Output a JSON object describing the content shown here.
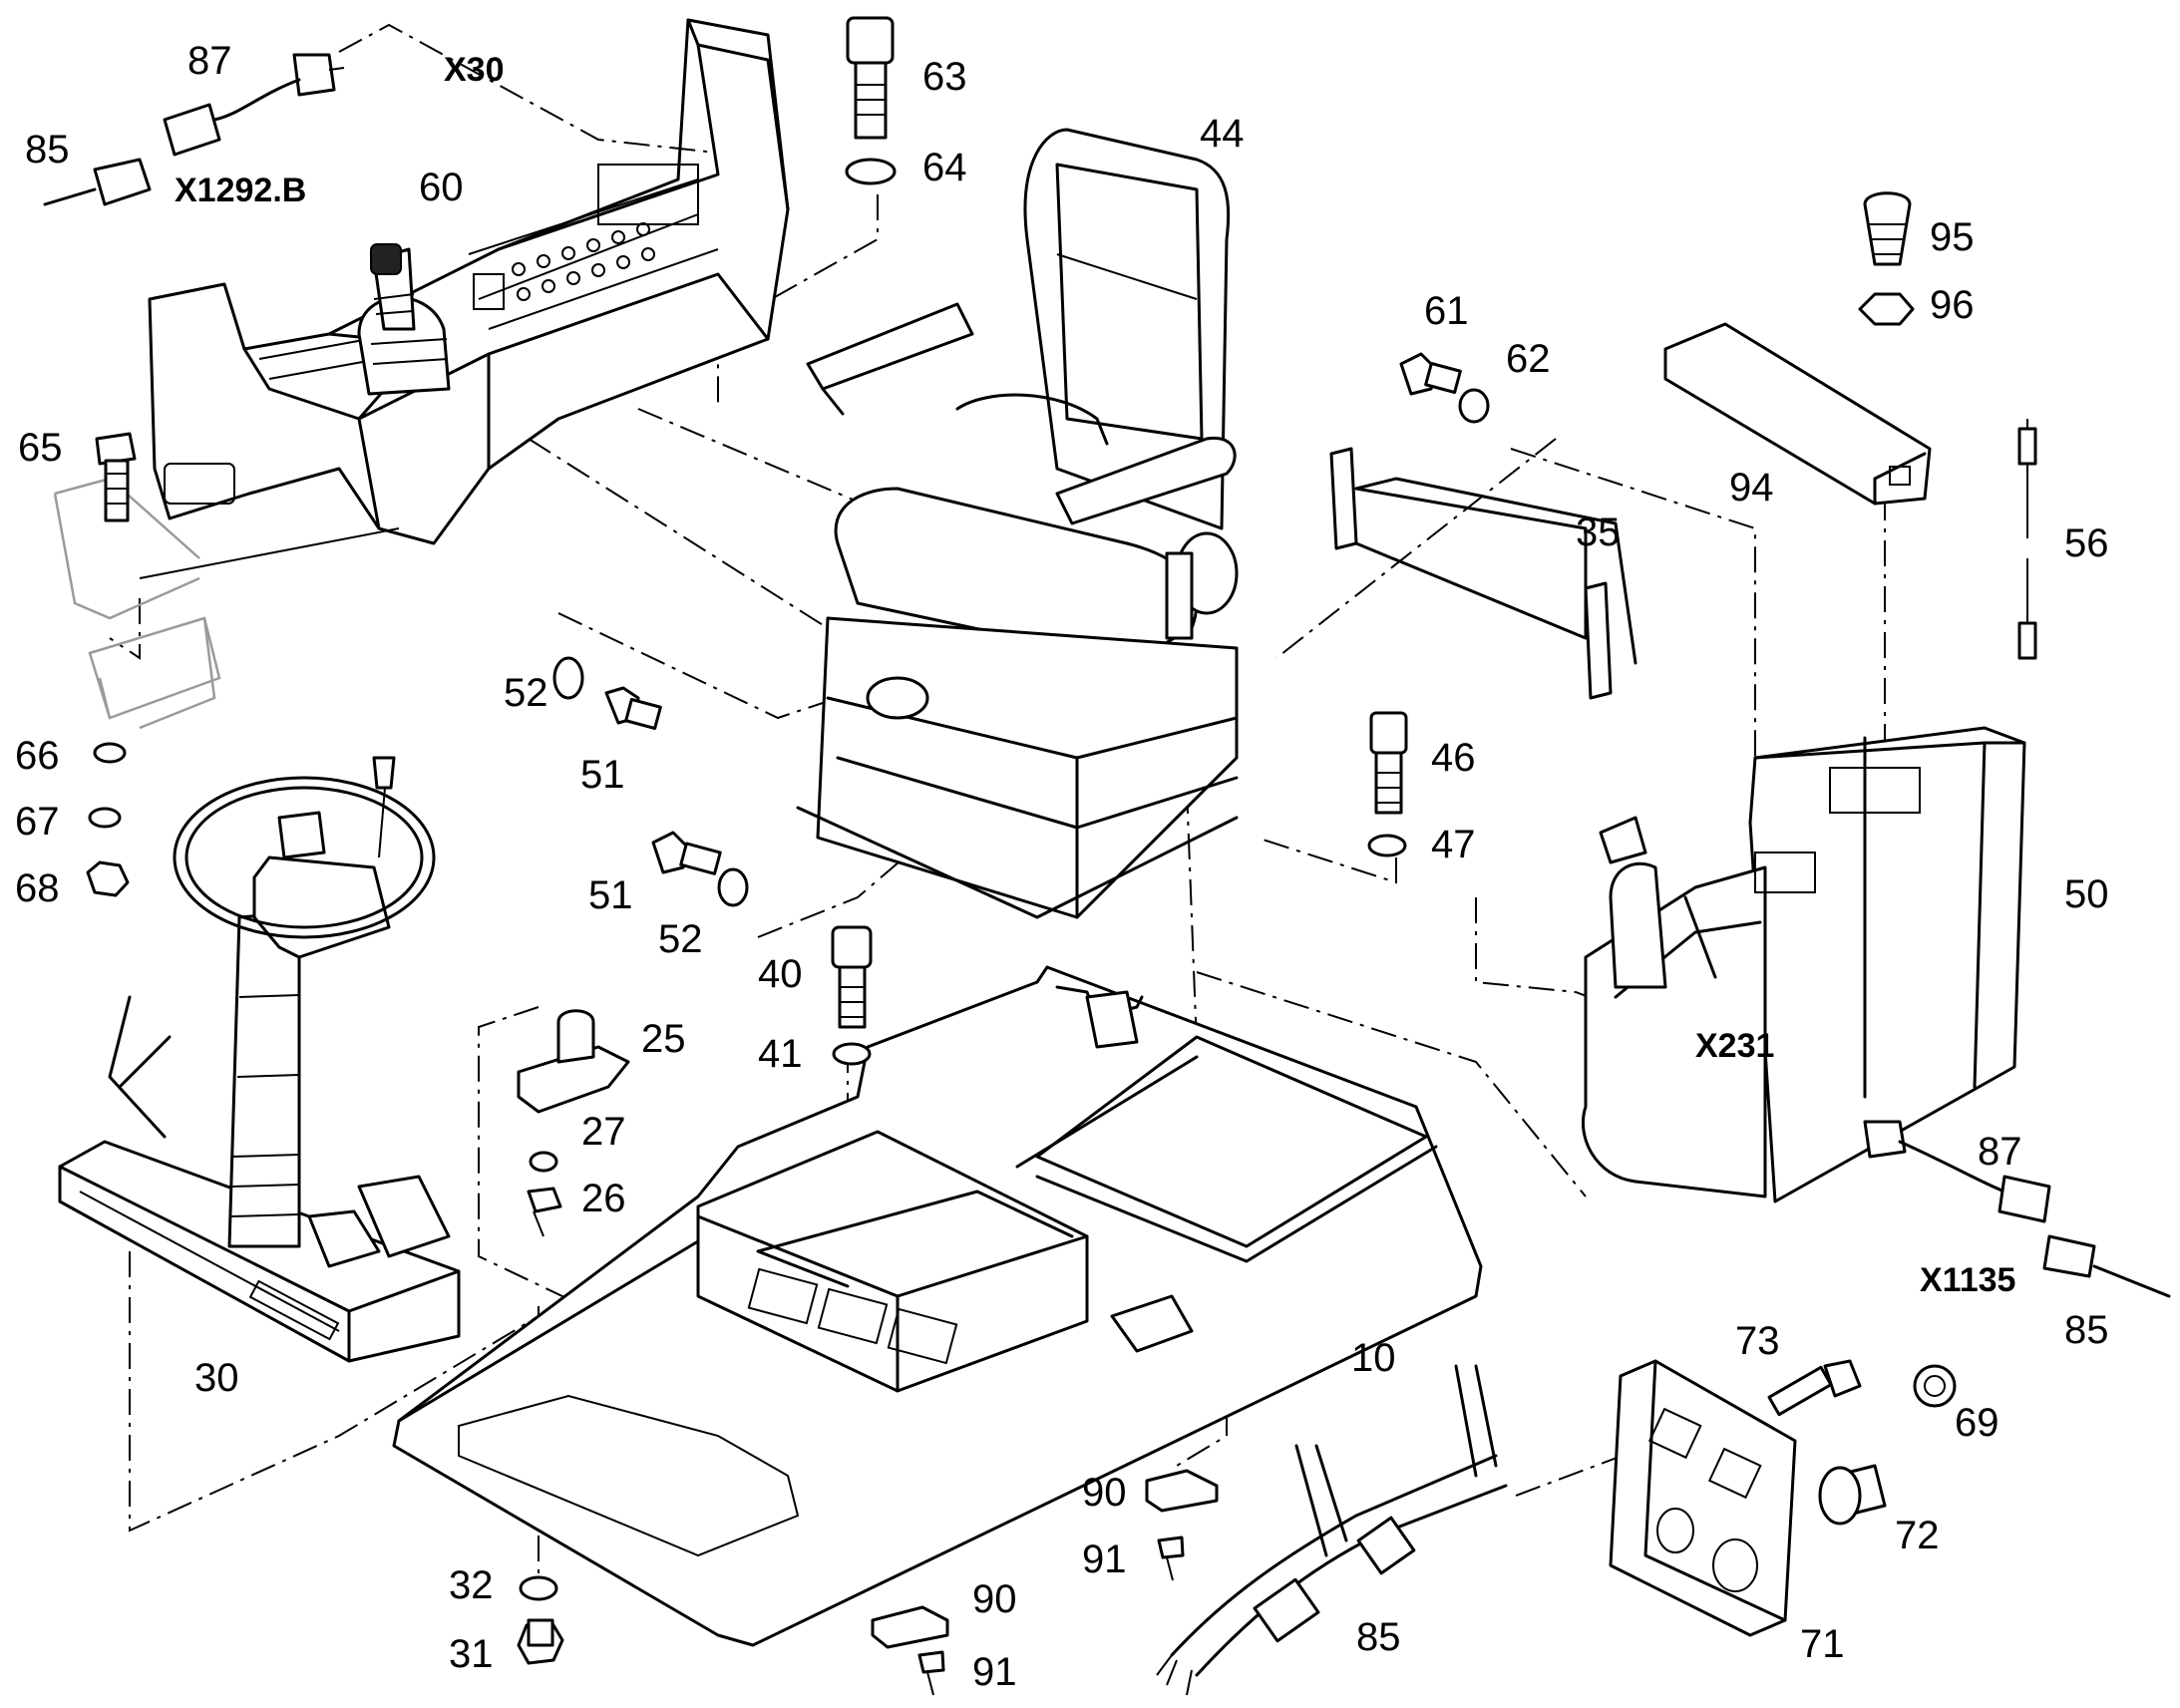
{
  "callouts": [
    {
      "id": "c87a",
      "text": "87"
    },
    {
      "id": "c85a",
      "text": "85"
    },
    {
      "id": "c60",
      "text": "60"
    },
    {
      "id": "c63",
      "text": "63"
    },
    {
      "id": "c64",
      "text": "64"
    },
    {
      "id": "c44",
      "text": "44"
    },
    {
      "id": "c95",
      "text": "95"
    },
    {
      "id": "c96",
      "text": "96"
    },
    {
      "id": "c61",
      "text": "61"
    },
    {
      "id": "c62",
      "text": "62"
    },
    {
      "id": "c94",
      "text": "94"
    },
    {
      "id": "c56",
      "text": "56"
    },
    {
      "id": "c35",
      "text": "35"
    },
    {
      "id": "c65",
      "text": "65"
    },
    {
      "id": "c52a",
      "text": "52"
    },
    {
      "id": "c51a",
      "text": "51"
    },
    {
      "id": "c46",
      "text": "46"
    },
    {
      "id": "c47",
      "text": "47"
    },
    {
      "id": "c66",
      "text": "66"
    },
    {
      "id": "c67",
      "text": "67"
    },
    {
      "id": "c68",
      "text": "68"
    },
    {
      "id": "c51b",
      "text": "51"
    },
    {
      "id": "c52b",
      "text": "52"
    },
    {
      "id": "c50",
      "text": "50"
    },
    {
      "id": "c40",
      "text": "40"
    },
    {
      "id": "c41",
      "text": "41"
    },
    {
      "id": "c25",
      "text": "25"
    },
    {
      "id": "c27",
      "text": "27"
    },
    {
      "id": "c26",
      "text": "26"
    },
    {
      "id": "c87b",
      "text": "87"
    },
    {
      "id": "c10",
      "text": "10"
    },
    {
      "id": "c85b",
      "text": "85"
    },
    {
      "id": "c73",
      "text": "73"
    },
    {
      "id": "c69",
      "text": "69"
    },
    {
      "id": "c30",
      "text": "30"
    },
    {
      "id": "c90a",
      "text": "90"
    },
    {
      "id": "c91a",
      "text": "91"
    },
    {
      "id": "c72",
      "text": "72"
    },
    {
      "id": "c32",
      "text": "32"
    },
    {
      "id": "c31",
      "text": "31"
    },
    {
      "id": "c90b",
      "text": "90"
    },
    {
      "id": "c91b",
      "text": "91"
    },
    {
      "id": "c85c",
      "text": "85"
    },
    {
      "id": "c71",
      "text": "71"
    }
  ],
  "connectors": [
    {
      "id": "x30",
      "text": "X30"
    },
    {
      "id": "x1292b",
      "text": "X1292.B"
    },
    {
      "id": "x231",
      "text": "X231"
    },
    {
      "id": "x1135",
      "text": "X1135"
    }
  ]
}
